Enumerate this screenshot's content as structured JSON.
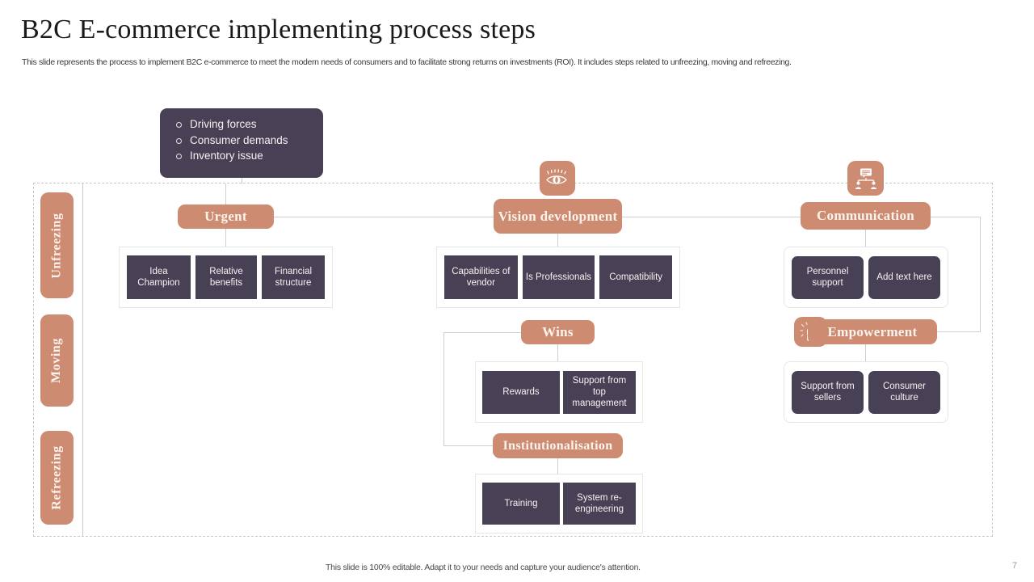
{
  "slide": {
    "title": "B2C E-commerce implementing process steps",
    "subtitle": "This slide represents the process to implement B2C e-commerce to meet the modern needs of consumers and to facilitate strong returns on investments (ROI). It includes steps related to unfreezing, moving and refreezing.",
    "footer_note": "This slide is 100% editable. Adapt it to your needs and capture your audience's attention.",
    "page_number": "7"
  },
  "colors": {
    "accent": "#cd8b72",
    "node": "#484155",
    "connector": "#cfcfcf",
    "frame": "#c9c9c9",
    "background": "#ffffff"
  },
  "driving_card": {
    "items": [
      "Driving forces",
      "Consumer demands",
      "Inventory  issue"
    ]
  },
  "stages": [
    {
      "label": "Unfreezing"
    },
    {
      "label": "Moving"
    },
    {
      "label": "Refreezing"
    }
  ],
  "branches": [
    {
      "key": "urgent",
      "title": "Urgent",
      "icon": null,
      "nodes": [
        "Idea Champion",
        "Relative benefits",
        "Financial structure"
      ]
    },
    {
      "key": "vision",
      "title": "Vision development",
      "icon": "eye-icon",
      "nodes": [
        "Capabilities of vendor",
        "Is Professionals",
        "Compatibility"
      ]
    },
    {
      "key": "communication",
      "title": "Communication",
      "icon": "people-meeting-icon",
      "nodes": [
        "Personnel support",
        "Add text here"
      ]
    },
    {
      "key": "wins",
      "title": "Wins",
      "icon": null,
      "nodes": [
        "Rewards",
        "Support from top management"
      ]
    },
    {
      "key": "empowerment",
      "title": "Empowerment",
      "icon": "raised-fist-icon",
      "nodes": [
        "Support from sellers",
        "Consumer culture"
      ]
    },
    {
      "key": "institutionalisation",
      "title": "Institutionalisation",
      "icon": null,
      "nodes": [
        "Training",
        "System re-engineering"
      ]
    }
  ]
}
